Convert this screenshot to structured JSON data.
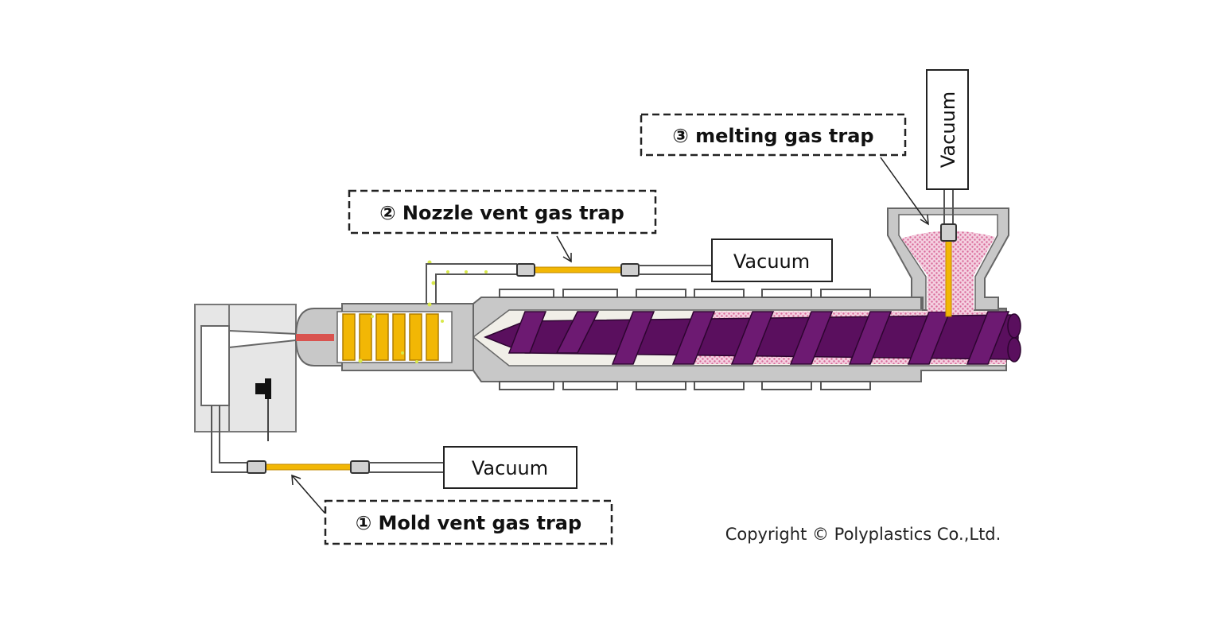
{
  "labels": {
    "mold_trap": "① Mold vent gas trap",
    "nozzle_trap": "② Nozzle vent gas trap",
    "melting_trap": "③ melting gas trap"
  },
  "vacuum": {
    "mold": "Vacuum",
    "nozzle": "Vacuum",
    "hopper": "Vacuum"
  },
  "copyright": "Copyright © Polyplastics Co.,Ltd.",
  "colors": {
    "trap_yellow": "#f2b705",
    "screw_purple": "#5a0f5e",
    "resin_pink": "#e8a6c4",
    "barrel_gray": "#c8c8c8",
    "melt_red": "#d9534f"
  }
}
